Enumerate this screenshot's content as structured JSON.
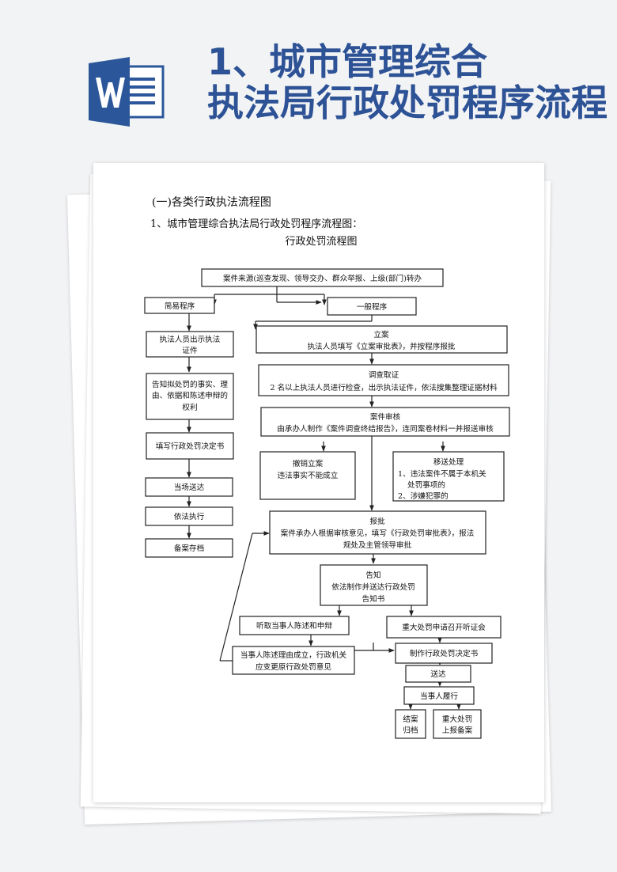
{
  "header": {
    "line1": "1、城市管理综合",
    "line2": "执法局行政处罚程序流程"
  },
  "doc": {
    "section_heading": "(一)各类行政执法流程图",
    "subtitle": "1、城市管理综合执法局行政处罚程序流程图：",
    "diagram_title": "行政处罚流程图"
  },
  "nodes": {
    "source": "案件来源(巡查发现、领导交办、群众举报、上级(部门)转办",
    "simple": "简易程序",
    "general": "一般程序",
    "s1": [
      "执法人员出示执法",
      "证件"
    ],
    "s2": [
      "告知拟处罚的事实、理",
      "由、依据和陈述申辩的",
      "权利"
    ],
    "s3": "填写行政处罚决定书",
    "s4": "当场送达",
    "s5": "依法执行",
    "s6": "备案存档",
    "g1": [
      "立案",
      "执法人员填写《立案审批表》，并按程序报批"
    ],
    "g2": [
      "调查取证",
      "2 名以上执法人员进行检查，出示执法证件，依法搜集整理证据材料"
    ],
    "g3": [
      "案件审核",
      "由承办人制作《案件调查终结报告》，连同案卷材料一并报送审核"
    ],
    "revoke": [
      "撤销立案",
      "违法事实不能成立"
    ],
    "transfer": [
      "移送处理",
      "1、违法案件不属于本机关",
      "处罚事项的",
      "2、涉嫌犯罪的"
    ],
    "approve": [
      "报批",
      "案件承办人根据审核意见，填写《行政处罚审批表》，报法",
      "规处及主管领导审批"
    ],
    "notify": [
      "告知",
      "依法制作并送达行政处罚",
      "告知书"
    ],
    "listen": "听取当事人陈述和申辩",
    "hearing": "重大处罚申请召开听证会",
    "change": [
      "当事人陈述理由成立，行政机关",
      "应变更原行政处罚意见"
    ],
    "decision": "制作行政处罚决定书",
    "deliver": "送达",
    "perform": "当事人履行",
    "close": [
      "结案",
      "归档"
    ],
    "report": [
      "重大处罚",
      "上报备案"
    ]
  },
  "colors": {
    "header_blue": "#2d5295",
    "word_blue": "#2b579a"
  }
}
